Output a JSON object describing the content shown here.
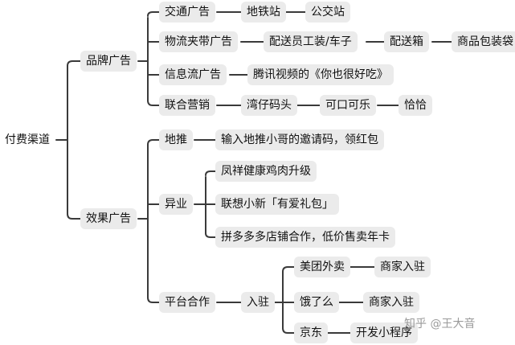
{
  "root": "付费渠道",
  "branch_brand": "品牌广告",
  "branch_effect": "效果广告",
  "brand": {
    "transport": {
      "label": "交通广告",
      "items": [
        "地铁站",
        "公交站"
      ]
    },
    "logistics": {
      "label": "物流夹带广告",
      "items": [
        "配送员工装/车子",
        "配送箱",
        "商品包装袋"
      ]
    },
    "feed": {
      "label": "信息流广告",
      "items": [
        "腾讯视频的《你也很好吃》"
      ]
    },
    "coop": {
      "label": "联合营销",
      "items": [
        "湾仔码头",
        "可口可乐",
        "恰恰"
      ]
    }
  },
  "effect": {
    "push": {
      "label": "地推",
      "items": [
        "输入地推小哥的邀请码，领红包"
      ]
    },
    "cross": {
      "label": "异业",
      "items": [
        "凤祥健康鸡肉升级",
        "联想小新「有爱礼包」",
        "拼多多多店铺合作，低价售卖年卡"
      ]
    },
    "platform": {
      "label": "平台合作",
      "entry": "入驻",
      "meituan": {
        "label": "美团外卖",
        "child": "商家入驻"
      },
      "eleme": {
        "label": "饿了么",
        "child": "商家入驻"
      },
      "jd": {
        "label": "京东",
        "child": "开发小程序"
      }
    }
  },
  "watermark": "知乎 @王大音"
}
